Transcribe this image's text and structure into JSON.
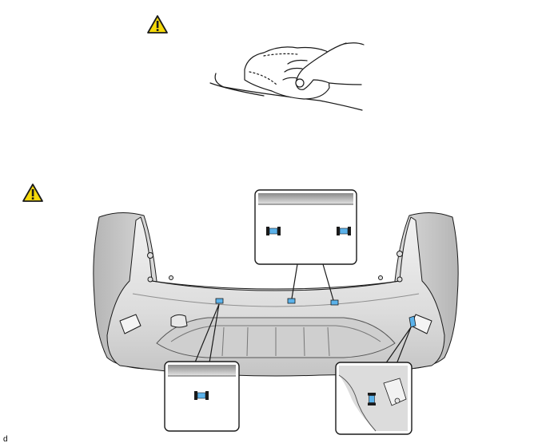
{
  "figure": {
    "caption": "d",
    "warning_icons": [
      "caution-triangle-icon",
      "caution-triangle-icon"
    ],
    "illustrations": [
      "hand-wiping-surface",
      "rear-bumper-assembly"
    ],
    "detail_callouts": [
      "retainer-clips-upper",
      "retainer-clip-left",
      "retainer-clip-right"
    ],
    "colors": {
      "warning_fill": "#f5d90a",
      "clip_highlight": "#5bb2ea",
      "line": "#1a1a1a",
      "bumper_light": "#e9e9e9",
      "bumper_dark": "#bdbdbd"
    }
  }
}
